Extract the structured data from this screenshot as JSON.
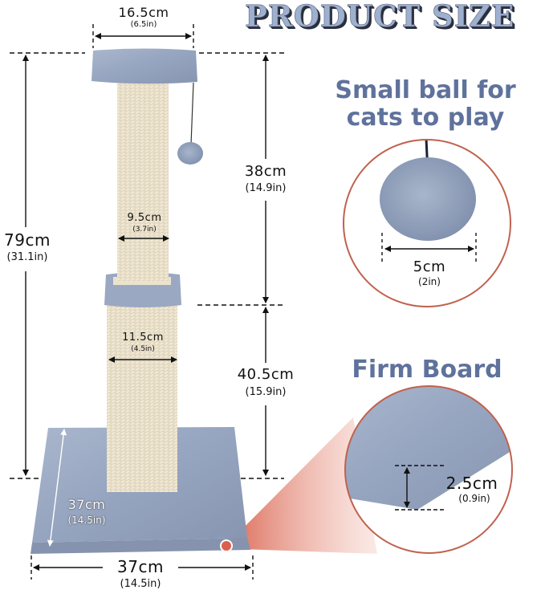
{
  "title": "PRODUCT SIZE",
  "colors": {
    "title_fill": "#9fb0cf",
    "heading": "#5f729c",
    "plush": "#9aa8c2",
    "sisal": "#efe6d2",
    "accent_red": "#c9614f",
    "circle_border": "#c0624f"
  },
  "callouts": {
    "ball": {
      "heading_line1": "Small ball for",
      "heading_line2": "cats to play",
      "dimension_cm": "5cm",
      "dimension_in": "(2in)"
    },
    "board": {
      "heading": "Firm Board",
      "dimension_cm": "2.5cm",
      "dimension_in": "(0.9in)"
    }
  },
  "dimensions": {
    "top_platform_width": {
      "cm": "16.5cm",
      "in": "(6.5in)"
    },
    "upper_post_width": {
      "cm": "9.5cm",
      "in": "(3.7in)"
    },
    "lower_post_width": {
      "cm": "11.5cm",
      "in": "(4.5in)"
    },
    "total_height": {
      "cm": "79cm",
      "in": "(31.1in)"
    },
    "upper_height": {
      "cm": "38cm",
      "in": "(14.9in)"
    },
    "lower_height": {
      "cm": "40.5cm",
      "in": "(15.9in)"
    },
    "base_depth": {
      "cm": "37cm",
      "in": "(14.5in)"
    },
    "base_width": {
      "cm": "37cm",
      "in": "(14.5in)"
    }
  },
  "icons": {
    "arrow": "double-headed-arrow",
    "ball_toy": "plush-ball",
    "zoom_marker": "circle-marker"
  }
}
